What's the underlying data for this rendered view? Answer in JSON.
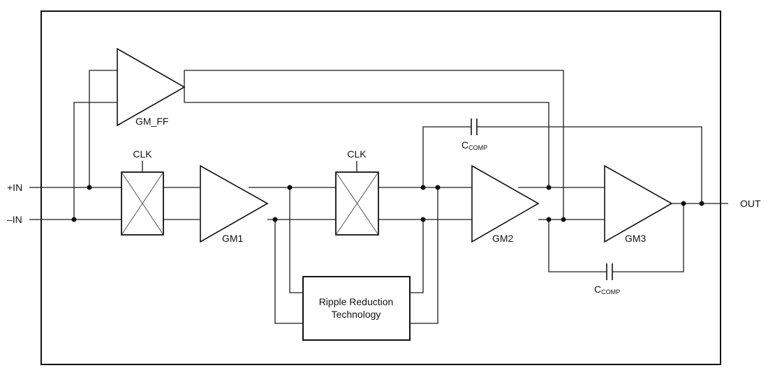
{
  "ports": {
    "in_pos": "+IN",
    "in_neg": "–IN",
    "out": "OUT"
  },
  "amplifiers": {
    "gm_ff": "GM_FF",
    "gm1": "GM1",
    "gm2": "GM2",
    "gm3": "GM3"
  },
  "clocks": {
    "clk1": "CLK",
    "clk2": "CLK"
  },
  "capacitors": {
    "c1": {
      "main": "C",
      "sub": "COMP"
    },
    "c2": {
      "main": "C",
      "sub": "COMP"
    }
  },
  "ripple_block": {
    "line1": "Ripple Reduction",
    "line2": "Technology"
  }
}
